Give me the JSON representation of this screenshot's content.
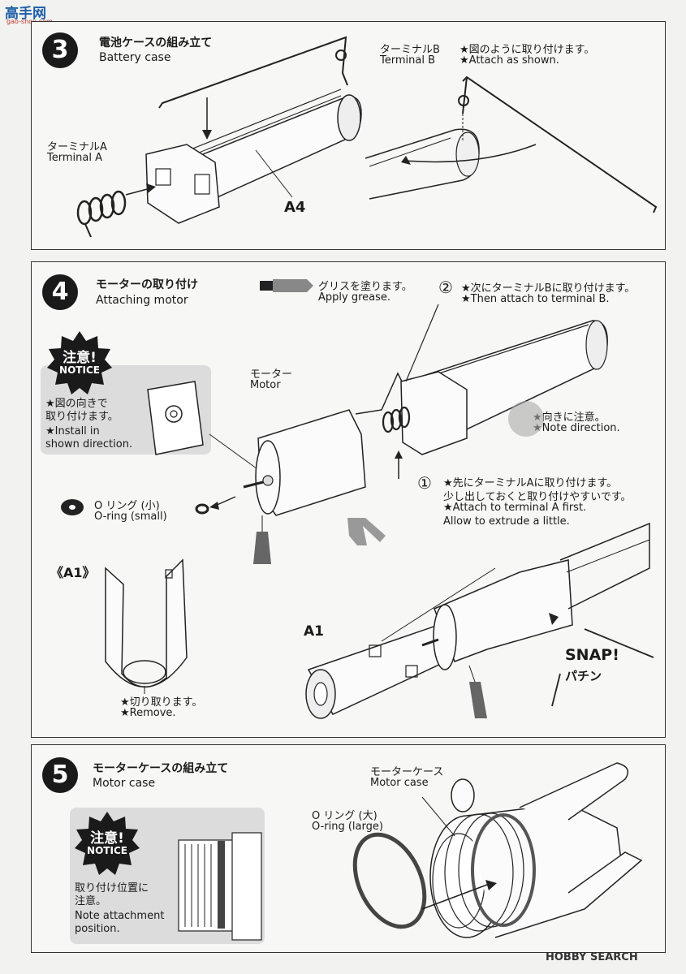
{
  "watermark_top": "高手网",
  "watermark_top_url": "gao-shou.com",
  "watermark_bottom": "HOBBY SEARCH",
  "step3": {
    "num": "3",
    "title_jp": "電池ケースの組み立て",
    "title_en": "Battery case",
    "terminal_b_jp": "ターミナルB",
    "terminal_b_en": "Terminal B",
    "terminal_a_jp": "ターミナルA",
    "terminal_a_en": "Terminal A",
    "part_a4": "A4",
    "note_jp": "★図のように取り付けます。",
    "note_en": "★Attach as shown."
  },
  "step4": {
    "num": "4",
    "title_jp": "モーターの取り付け",
    "title_en": "Attaching motor",
    "grease_jp": "グリスを塗ります。",
    "grease_en": "Apply grease.",
    "notice_title": "注意!",
    "notice_sub": "NOTICE",
    "notice_jp1": "★図の向きで",
    "notice_jp2": "取り付けます。",
    "notice_en1": "★Install in",
    "notice_en2": "shown direction.",
    "motor_jp": "モーター",
    "motor_en": "Motor",
    "circ2": "②",
    "then_b_jp": "★次にターミナルBに取り付けます。",
    "then_b_en": "★Then attach to terminal B.",
    "direction_jp": "★向きに注意。",
    "direction_en": "★Note direction.",
    "circ1": "①",
    "first_a_jp1": "★先にターミナルAに取り付けます。",
    "first_a_jp2": "少し出しておくと取り付けやすいです。",
    "first_a_en1": "★Attach to terminal A first.",
    "first_a_en2": "Allow to extrude a little.",
    "oring_small_jp": "O リング (小)",
    "oring_small_en": "O-ring (small)",
    "a1_bracket": "《A1》",
    "remove_jp": "★切り取ります。",
    "remove_en": "★Remove.",
    "part_a1": "A1",
    "snap_en": "SNAP!",
    "snap_jp": "パチン"
  },
  "step5": {
    "num": "5",
    "title_jp": "モーターケースの組み立て",
    "title_en": "Motor case",
    "notice_title": "注意!",
    "notice_sub": "NOTICE",
    "notice_jp1": "取り付け位置に",
    "notice_jp2": "注意。",
    "notice_en1": "Note attachment",
    "notice_en2": "position.",
    "motor_case_jp": "モーターケース",
    "motor_case_en": "Motor case",
    "oring_large_jp": "O リング (大)",
    "oring_large_en": "O-ring (large)"
  }
}
